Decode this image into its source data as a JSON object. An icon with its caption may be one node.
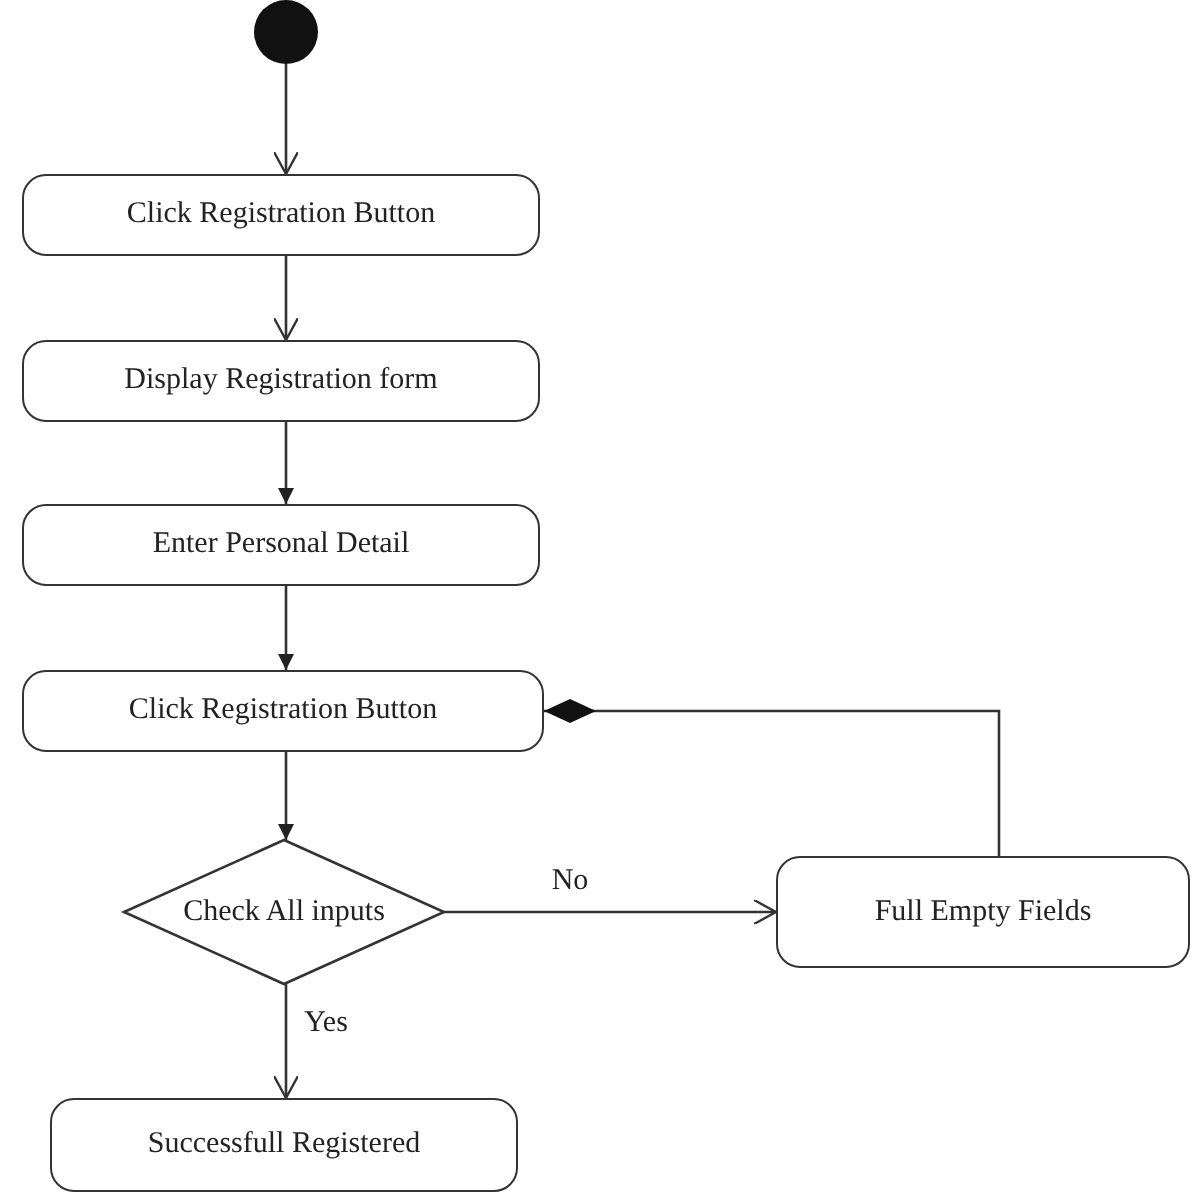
{
  "diagram": {
    "nodes": [
      {
        "text": [],
        "shape": "circle"
      },
      {
        "text": [
          "Click Registration Button"
        ]
      },
      {
        "text": [
          "Display Registration form"
        ]
      },
      {
        "text": [
          "Enter Personal Detail"
        ]
      },
      {
        "text": [
          "Click Registration Button"
        ]
      },
      {
        "text": [
          "Check All inputs"
        ]
      },
      {
        "text": [
          "Full Empty Fields"
        ]
      },
      {
        "text": [
          "Successfull Registered"
        ]
      }
    ],
    "edges": [
      {
        "from": 0,
        "to": 1,
        "arrow": "to"
      },
      {
        "from": 1,
        "to": 2,
        "arrow": "to"
      },
      {
        "from": 2,
        "to": 3,
        "arrow": "to"
      },
      {
        "from": 3,
        "to": 4,
        "arrow": "to"
      },
      {
        "from": 4,
        "to": 5,
        "arrow": "to"
      },
      {
        "from": 5,
        "to": 6,
        "arrow": "to",
        "label": "No"
      },
      {
        "from": 5,
        "to": 7,
        "arrow": "to",
        "label": "Yes"
      },
      {
        "from": 6,
        "to": 4,
        "arrow": "other"
      }
    ]
  }
}
